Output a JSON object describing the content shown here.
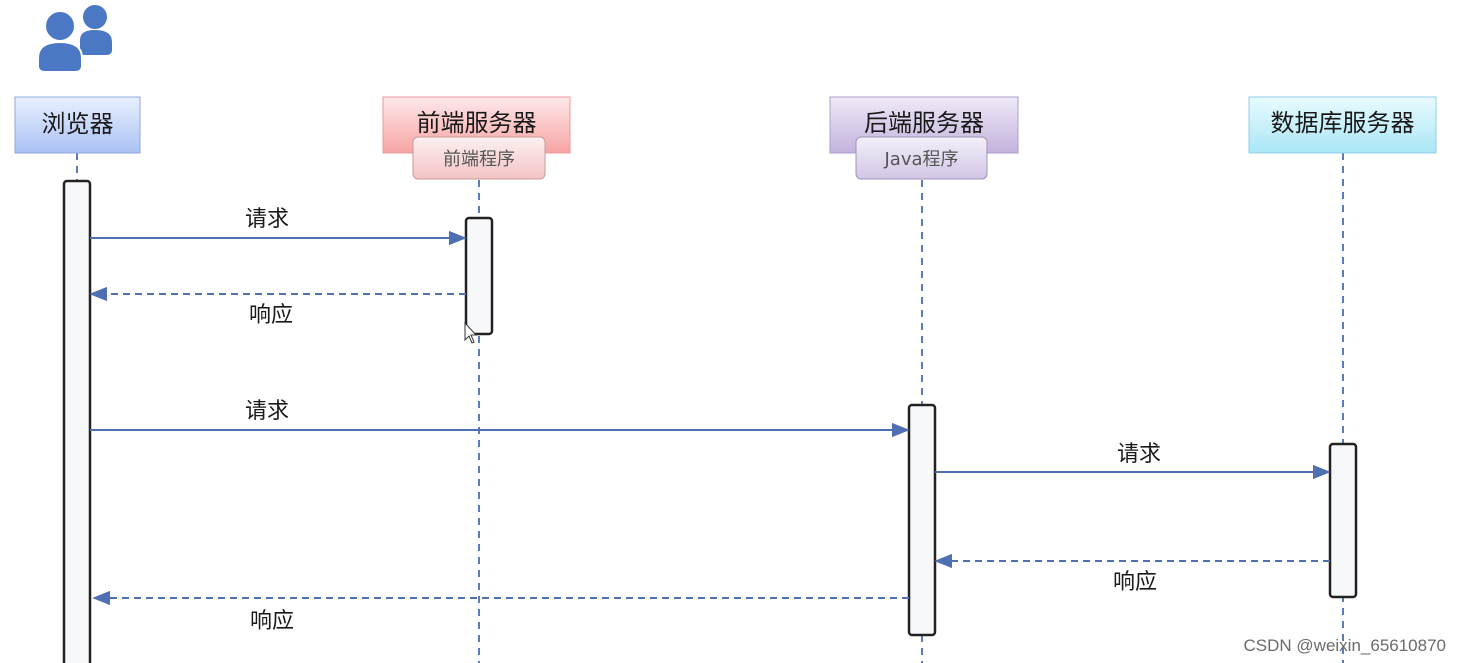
{
  "participants": {
    "browser": {
      "label": "浏览器"
    },
    "frontend": {
      "label": "前端服务器",
      "sub_label": "前端程序"
    },
    "backend": {
      "label": "后端服务器",
      "sub_label": "Java程序"
    },
    "database": {
      "label": "数据库服务器"
    }
  },
  "messages": {
    "m1": "请求",
    "m2": "响应",
    "m3": "请求",
    "m4": "请求",
    "m5": "响应",
    "m6": "响应"
  },
  "watermark": "CSDN @weixin_65610870",
  "colors": {
    "browser_fill_top": "#e9f0ff",
    "browser_fill_bottom": "#a9c1f3",
    "frontend_fill_top": "#ffe9e9",
    "frontend_fill_bottom": "#f7a3a3",
    "backend_fill_top": "#efe9f7",
    "backend_fill_bottom": "#c3b3dd",
    "database_fill_top": "#e9fbff",
    "database_fill_bottom": "#a9e6f6",
    "arrow": "#4f6fb3",
    "lifeline": "#5b7bbd",
    "user_icon": "#4a78c4"
  }
}
